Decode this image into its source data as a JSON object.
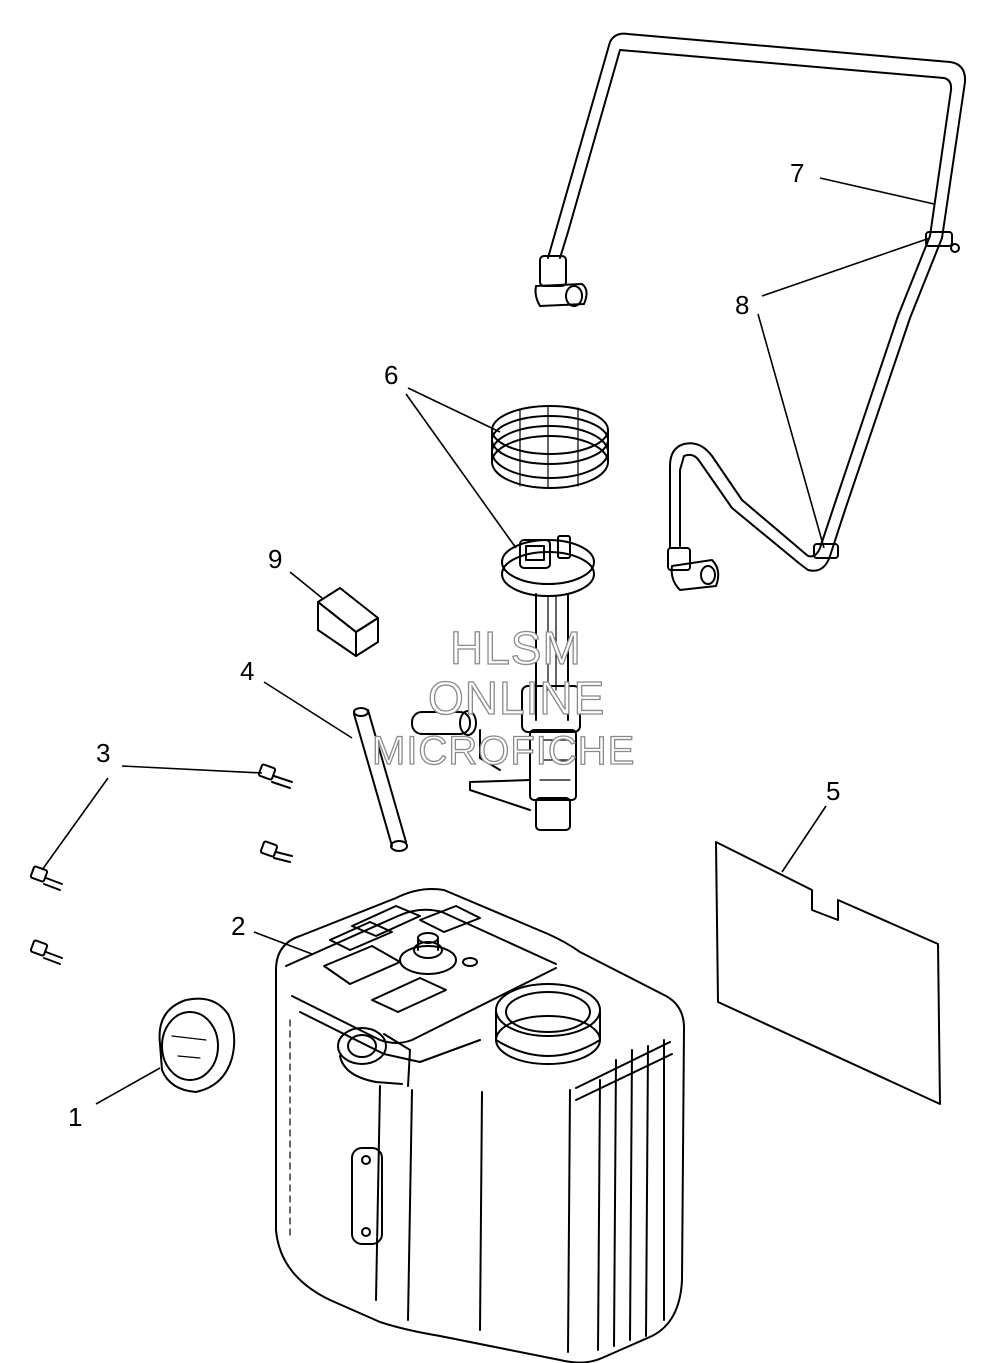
{
  "diagram": {
    "callouts": [
      {
        "id": "1",
        "label": "1"
      },
      {
        "id": "2",
        "label": "2"
      },
      {
        "id": "3",
        "label": "3"
      },
      {
        "id": "4",
        "label": "4"
      },
      {
        "id": "5",
        "label": "5"
      },
      {
        "id": "6",
        "label": "6"
      },
      {
        "id": "7",
        "label": "7"
      },
      {
        "id": "8",
        "label": "8"
      },
      {
        "id": "9",
        "label": "9"
      }
    ],
    "watermark": {
      "line1": "HLSM",
      "line2": "ONLINE",
      "line3": "MICROFICHE"
    },
    "colors": {
      "line": "#000000",
      "background": "#ffffff",
      "watermark_outline": "#8a8a8a"
    }
  }
}
